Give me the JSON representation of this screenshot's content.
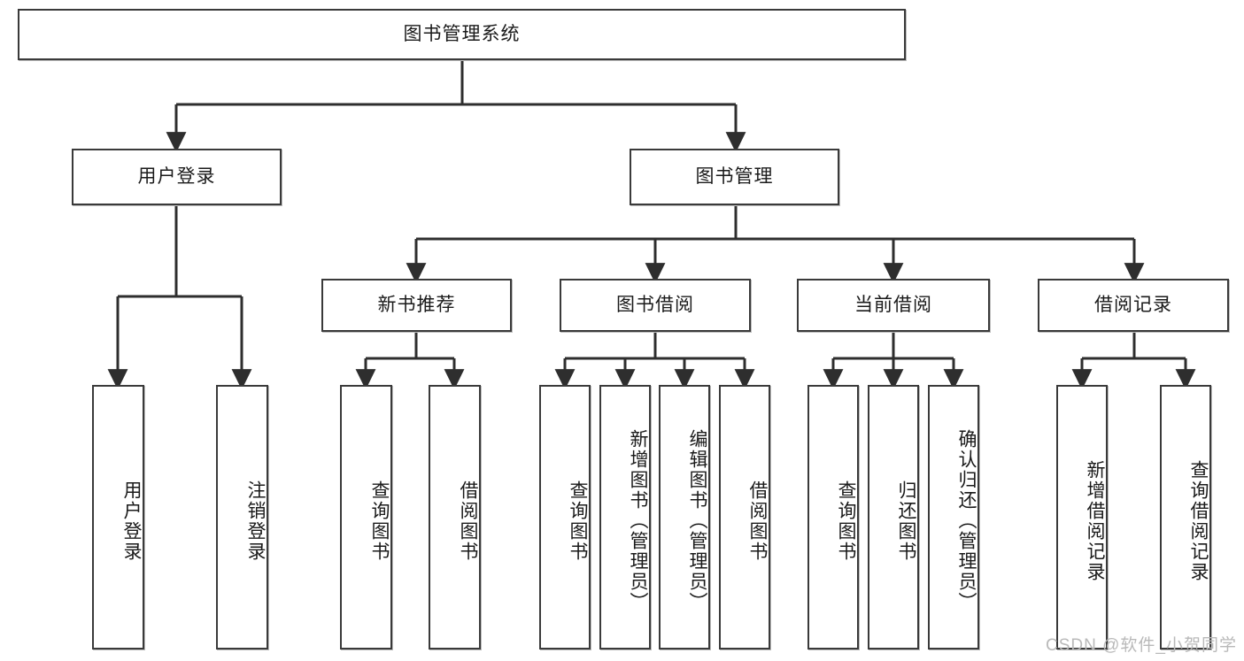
{
  "diagram": {
    "title": "图书管理系统",
    "type": "hierarchy-tree",
    "orientation": "top-down",
    "colors": {
      "box_border": "#3a3a3a",
      "box_fill": "#ffffff",
      "connector": "#2e2e2e",
      "watermark": "#b9b9b9",
      "background": "#ffffff"
    },
    "levels": {
      "level1": [
        "图书管理系统"
      ],
      "level2": [
        "用户登录",
        "图书管理"
      ],
      "level3": [
        "新书推荐",
        "图书借阅",
        "当前借阅",
        "借阅记录"
      ],
      "level4": [
        "用户登录",
        "注销登录",
        "查询图书",
        "借阅图书",
        "查询图书",
        "新增图书（管理员）",
        "编辑图书（管理员）",
        "借阅图书",
        "查询图书",
        "归还图书",
        "确认归还（管理员）",
        "新增借阅记录",
        "查询借阅记录"
      ]
    }
  },
  "root": {
    "label": "图书管理系统"
  },
  "level2": [
    {
      "id": "user-login",
      "label": "用户登录"
    },
    {
      "id": "book-management",
      "label": "图书管理"
    }
  ],
  "level3": [
    {
      "id": "new-book-recommend",
      "label": "新书推荐"
    },
    {
      "id": "book-borrow",
      "label": "图书借阅"
    },
    {
      "id": "current-borrow",
      "label": "当前借阅"
    },
    {
      "id": "borrow-record",
      "label": "借阅记录"
    }
  ],
  "leaves": {
    "user_login": [
      {
        "id": "leaf-user-login",
        "label": "用户登录"
      },
      {
        "id": "leaf-logout-login",
        "label": "注销登录"
      }
    ],
    "new_book_recommend": [
      {
        "id": "leaf-query-book-1",
        "label": "查询图书"
      },
      {
        "id": "leaf-borrow-book-1",
        "label": "借阅图书"
      }
    ],
    "book_borrow": [
      {
        "id": "leaf-query-book-2",
        "label": "查询图书"
      },
      {
        "id": "leaf-add-book-admin",
        "label": "新增图书（管理员）"
      },
      {
        "id": "leaf-edit-book-admin",
        "label": "编辑图书（管理员）"
      },
      {
        "id": "leaf-borrow-book-2",
        "label": "借阅图书"
      }
    ],
    "current_borrow": [
      {
        "id": "leaf-query-book-3",
        "label": "查询图书"
      },
      {
        "id": "leaf-return-book",
        "label": "归还图书"
      },
      {
        "id": "leaf-confirm-return-admin",
        "label": "确认归还（管理员）"
      }
    ],
    "borrow_record": [
      {
        "id": "leaf-add-borrow-record",
        "label": "新增借阅记录"
      },
      {
        "id": "leaf-query-borrow-record",
        "label": "查询借阅记录"
      }
    ]
  },
  "watermark": {
    "text": "CSDN @软件_小贺同学"
  }
}
